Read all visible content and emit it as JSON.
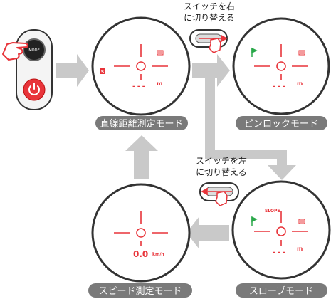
{
  "device": {
    "mode_button_label": "MODE",
    "power_icon": "power-icon",
    "hand_icon": "pointing-hand-icon"
  },
  "instructions": {
    "switch_right": [
      "スイッチを右",
      "に切り替える"
    ],
    "switch_left": [
      "スイッチを左",
      "に切り替える"
    ]
  },
  "screens": {
    "straight": {
      "label": "直線距離測定モード",
      "mode_icon": "S",
      "battery_icon": "battery-icon",
      "distance": "- - -",
      "unit": "m"
    },
    "pin_lock": {
      "label": "ピンロックモード",
      "flag_icon": "flag-icon",
      "battery_icon": "battery-icon",
      "distance": "- - -",
      "unit": "m"
    },
    "slope": {
      "label": "スロープモード",
      "slope_text": "SLOPE",
      "flag_icon": "flag-icon",
      "battery_icon": "battery-icon",
      "distance": "- - -",
      "unit": "m"
    },
    "speed": {
      "label": "スピード測定モード",
      "speed_value": "0.0",
      "unit": "km/h"
    }
  },
  "colors": {
    "display_red": "#e8343a",
    "flag_green": "#2aa84a",
    "arrow_gray": "#c9c9c9",
    "label_bg": "#7a7a7a"
  }
}
